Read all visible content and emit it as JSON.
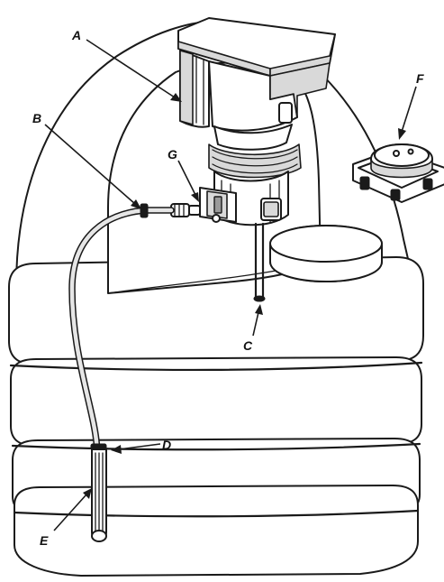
{
  "callouts": [
    {
      "id": "A",
      "text": "A"
    },
    {
      "id": "B",
      "text": "B"
    },
    {
      "id": "C",
      "text": "C"
    },
    {
      "id": "D",
      "text": "D"
    },
    {
      "id": "E",
      "text": "E"
    },
    {
      "id": "F",
      "text": "F"
    },
    {
      "id": "G",
      "text": "G"
    }
  ],
  "colors": {
    "ink": "#1a1a1a",
    "background": "#ffffff",
    "shade": "#d9d9d9"
  }
}
